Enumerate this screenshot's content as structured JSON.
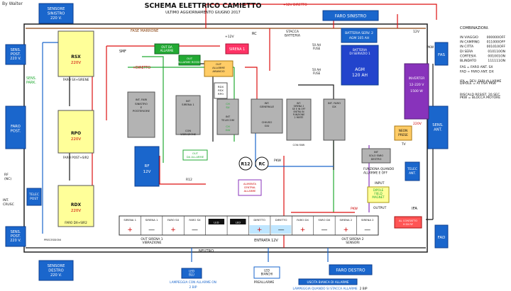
{
  "author": "By Walter",
  "title": "SCHEMA  ELETTRICO  CAMIETTO",
  "subtitle": "ULTIMO AGGIORNAMENTO GIUGNO 2017",
  "combinations": {
    "heading": "COMBINAZIONI.",
    "rows": [
      {
        "label": "IN VIAGGIO",
        "code": "000000OFF"
      },
      {
        "label": "IN CAMPING",
        "code": "011000OFF"
      },
      {
        "label": "IN CITTA",
        "code": "001010OFF"
      },
      {
        "label": "DI SERA",
        "code": "010110ON"
      },
      {
        "label": "CORTESIA",
        "code": "001001ON"
      },
      {
        "label": "BLINDATO",
        "code": "111111ON"
      }
    ],
    "notes": [
      "FAS = FARO ANT. SX",
      "FAD = FARO ANT. DX",
      "IFA = DEV. FARI-ALLARME",
      "DIPOLE = ATTIVA PKW",
      "PKW = BLOCCA MOTORE",
      "RISCALD RESIST. 20 SEC."
    ]
  },
  "labels": {
    "sensore_sinistro": "SENSORE SINISTRO 220 V.",
    "sensore_destro": "SENSORE DESTRO 220 V.",
    "sens_post_top": "SENS. POST. 220 V.",
    "sens_post_bottom": "SENS. POST. 220 V.",
    "sens_park": "SENS. PARK.",
    "faro_post": "FARO POST.",
    "telec_post": "TELEC POST",
    "int_crusc": "INT. CRUSC",
    "rf_nc": "RF (NC)",
    "faro_sinistro": "FARO SINISTRO",
    "faro_destro": "FARO DESTRO",
    "fas": "FAS",
    "fad": "FAD",
    "sens_ant": "SENS. ANT.",
    "telec_ant": "TELEC ANT.",
    "ifa": "IFA",
    "ifa_note": "AL CONTATTO H DI RF",
    "fase_marrone": "FASE MARRONE",
    "neutro": "NEUTRO",
    "diretto": "+DIRETTO",
    "dodici_diretto": "+12V DIRETTO",
    "rc": "RC",
    "rc_circle": "RC",
    "r12": "R12",
    "r12b": "R12",
    "pkw": "PKW",
    "pkw2": "PKW",
    "prefisso": "PRECESSIONI",
    "smf": "SMF",
    "v12": "12V",
    "v220": "220V",
    "plus12": "+12V",
    "rsx": "RSX",
    "rsx_v": "220V",
    "faro_sx_sirene": "FARO SX+SIRENE",
    "rpo": "RPO",
    "rpo_v": "220V",
    "faro_post_sir": "FARO POST+SIR2",
    "rdx": "RDX",
    "rdx_v": "220V",
    "faro_dx_sir": "FARO DX+SIR2",
    "rf": "RF",
    "rf_v": "12V",
    "out_da_allarme_top": "OUT DA ALLARME",
    "out_allarme_rosso": "OUT ALLARME ROSSO",
    "out_allarme_arancio": "OUT ALLARME ARANCIO",
    "sirena1": "SIRENA 1",
    "stacca_batteria": "STACCA BATTERIA",
    "fuse50a": "50 AH FUSE",
    "fuse50b": "50 AH FUSE",
    "batt_serv2": "BATTERIA SERV. 2",
    "batt_serv2_spec": "AGM 105 AH",
    "batt_serv1": "BATTERIA DI SERVIZIO 1",
    "batt_serv1_spec": "AGM 120 AH",
    "inverter": "INVERTER 12-220 V 1500 W",
    "int_fari": "INT. FARI SINISTRO E POSTERIORE",
    "int_sirena1": "INT. SIRENA 1 CON VIBRAZIONE",
    "rdx_rsx_rpo": "RDX RSX RPO",
    "ch_su": "CH SU",
    "int_telecom": "INT TELECOM",
    "ch_giu": "CH GIU",
    "int_generale": "INT. GENERALE",
    "chiuso_giu": "CHIUSO GIU",
    "int_sirena2": "INT. SIRENA 2 SE E IN OFF ENTRA IN FUNZIONE 2 PARTE",
    "con_fari": "CON FARI",
    "int_faro_dx": "INT. FARO DX",
    "neon_prese": "NEON PRESE",
    "tv": "TV",
    "int_solo_faro": "INT SOLO FARO DESTRO",
    "funzione_quando": "FUNZIONA QUANDO ALLARME E OFF",
    "out_da_allarme_mid": "OUT DA ALLARME",
    "alimenta_central": "ALIMENTA CENTRAL ALLARME",
    "input": "INPUT",
    "dipole": "DIPOLE FIELD MAGNET",
    "output": "OUTPUT",
    "terminals": [
      "SIRENA 1",
      "SIRENA 1",
      "FARO SX",
      "FARO SX",
      "LED",
      "LED",
      "DIRETTO",
      "DIRETTO",
      "FARO DX",
      "FARO DX",
      "SIRENA 2",
      "SIRENA 2"
    ],
    "out_sirena1": "OUT SIRENA 1 VIBRAZIONE",
    "entrata12": "ENTRATA 12V",
    "out_sirena2": "OUT SIRENA 2 SENSORI",
    "led_blu": "LED BLU",
    "led_bianchi": "LED BIANCHI",
    "lampeggia_on": "LAMPEGGIA CON ALLARME ON",
    "due_bip": "2 BIP",
    "preallarme": "PREALLARME",
    "uscita_bianca": "USCITA BIANCA DI ALLARME",
    "lampeggia_stacca": "LAMPEGGIA QUANDO SI STACCA ALLARME",
    "due_bip2": "2 BIP",
    "su": "SU",
    "giu": "GIU"
  },
  "colors": {
    "relay": "#ffff99",
    "blue_box": "#1a66cc",
    "blue_dark": "#0d3f8f",
    "grey_box": "#b3b3b3",
    "green_box": "#22aa33",
    "red_wire": "#dd1111",
    "panel_red": "#ff5555",
    "orange_box": "#ffcc66",
    "purple_box": "#8833bb",
    "battery": "#2244cc"
  }
}
